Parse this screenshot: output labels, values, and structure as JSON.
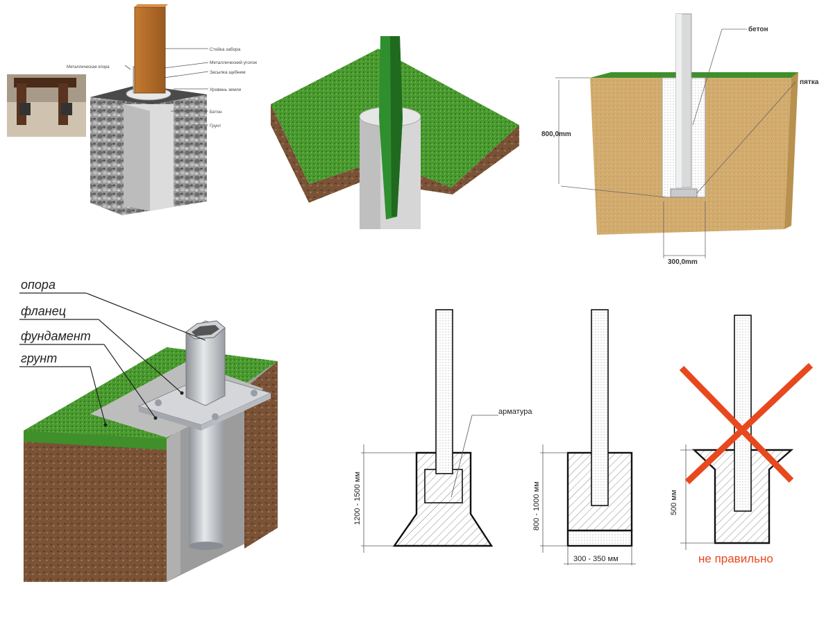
{
  "panel1": {
    "labels": [
      "Стойка забора",
      "Металлический уголок",
      "Засыпка щебнем",
      "Уровень земли",
      "Бетон",
      "Грунт"
    ],
    "left_label": "Металлическая опора"
  },
  "panel3": {
    "beton": "бетон",
    "pyatka": "пятка",
    "depth": "800,0mm",
    "width": "300,0mm"
  },
  "panel4": {
    "labels": [
      "опора",
      "фланец",
      "фундамент",
      "грунт"
    ]
  },
  "panel5": {
    "armatura": "арматура",
    "dim_a": "1200 - 1500 мм",
    "dim_b": "800 - 1000 мм",
    "dim_c": "300 - 350 мм",
    "dim_d": "500 мм",
    "wrong": "не правильно"
  },
  "colors": {
    "grass": "#3f8f2a",
    "soil": "#c9a468",
    "concrete": "#c8c8c8",
    "post_green": "#2e8b2e",
    "wood": "#b8702e",
    "wrong_red": "#e8481e"
  }
}
